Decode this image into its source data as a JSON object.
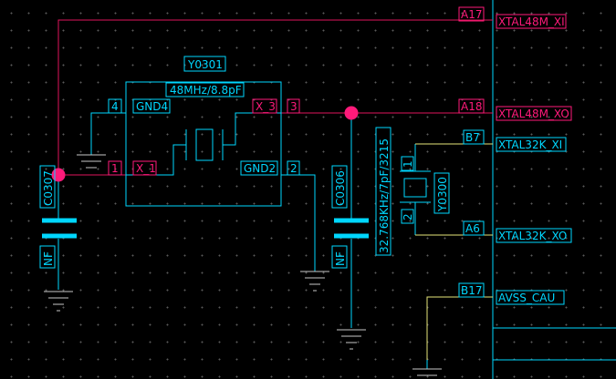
{
  "crystal_48m": {
    "ref": "Y0301",
    "value": "48MHz/8.8pF",
    "pins": {
      "gnd4_num": "4",
      "gnd4_name": "GND4",
      "x3_name": "X_3",
      "x3_num": "3",
      "x1_num": "1",
      "x1_name": "X_1",
      "gnd2_name": "GND2",
      "gnd2_num": "2"
    }
  },
  "cap_c0307": {
    "ref": "C0307",
    "value": "NF"
  },
  "cap_c0306": {
    "ref": "C0306",
    "value": "NF"
  },
  "crystal_32k": {
    "ref": "Y0300",
    "value": "32.768KHz/7pF/3215",
    "pin1": "1",
    "pin2": "2"
  },
  "ic_pins": [
    {
      "pin": "A17",
      "net": "XTAL48M_XI"
    },
    {
      "pin": "A18",
      "net": "XTAL48M_XO"
    },
    {
      "pin": "B7",
      "net": "XTAL32K_XI"
    },
    {
      "pin": "A6",
      "net": "XTAL32K_XO"
    },
    {
      "pin": "B17",
      "net": "AVSS_CAU"
    }
  ],
  "colors": {
    "background": "#000000",
    "wire_net": "#e0155c",
    "component": "#00d7ff",
    "wire_pin": "#e6e67a",
    "junction": "#ff1a7a",
    "ground": "#c8c8c8"
  }
}
